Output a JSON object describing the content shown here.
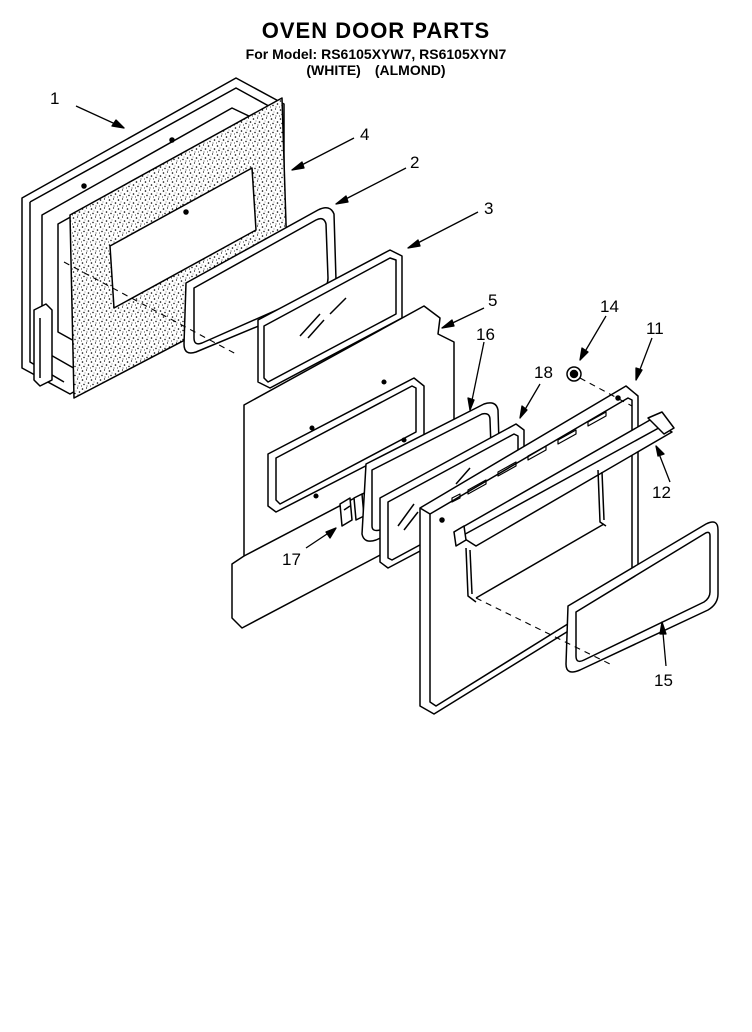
{
  "header": {
    "title": "OVEN DOOR PARTS",
    "model_line": "For Model: RS6105XYW7, RS6105XYN7",
    "variant_white": "(WHITE)",
    "variant_almond": "(ALMOND)"
  },
  "callouts": {
    "c1": "1",
    "c2": "2",
    "c3": "3",
    "c4": "4",
    "c5": "5",
    "c11": "11",
    "c12": "12",
    "c14": "14",
    "c15": "15",
    "c16": "16",
    "c17": "17",
    "c18": "18"
  }
}
